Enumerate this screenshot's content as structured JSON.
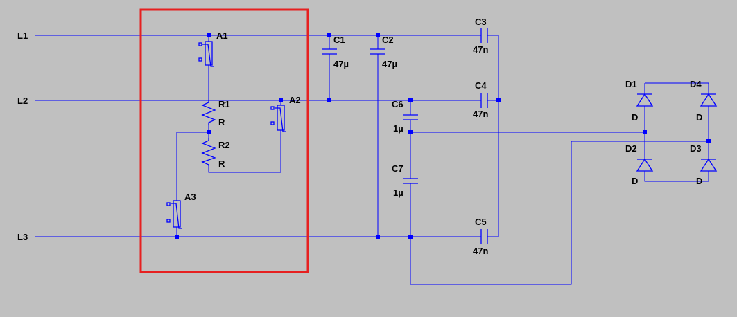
{
  "colors": {
    "background": "#c0c0c0",
    "wire": "#0000ff",
    "text": "#000000",
    "highlight": "#e62020"
  },
  "nets": [
    "L1",
    "L2",
    "L3"
  ],
  "varistors": [
    {
      "ref": "A1"
    },
    {
      "ref": "A2"
    },
    {
      "ref": "A3"
    }
  ],
  "resistors": [
    {
      "ref": "R1",
      "value": "R"
    },
    {
      "ref": "R2",
      "value": "R"
    }
  ],
  "capacitors": [
    {
      "ref": "C1",
      "value": "47µ"
    },
    {
      "ref": "C2",
      "value": "47µ"
    },
    {
      "ref": "C3",
      "value": "47n"
    },
    {
      "ref": "C4",
      "value": "47n"
    },
    {
      "ref": "C5",
      "value": "47n"
    },
    {
      "ref": "C6",
      "value": "1µ"
    },
    {
      "ref": "C7",
      "value": "1µ"
    }
  ],
  "diodes": [
    {
      "ref": "D1",
      "value": "D"
    },
    {
      "ref": "D2",
      "value": "D"
    },
    {
      "ref": "D3",
      "value": "D"
    },
    {
      "ref": "D4",
      "value": "D"
    }
  ]
}
